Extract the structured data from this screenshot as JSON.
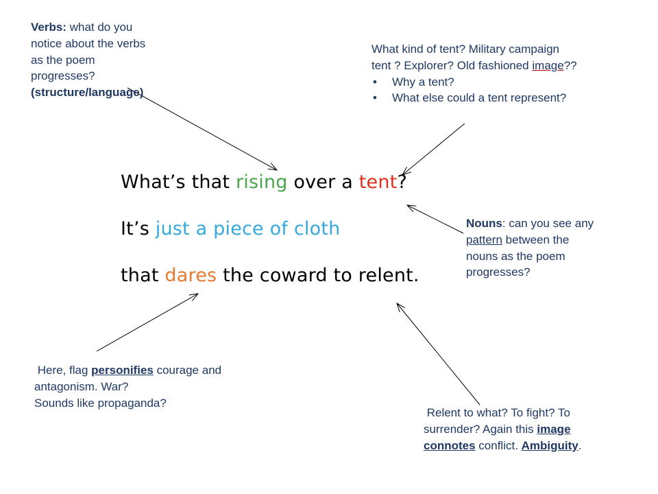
{
  "verbs_note": {
    "label": "Verbs:",
    "text_line1": " what do you",
    "text_line2": "notice about the verbs",
    "text_line3": "as the poem",
    "text_line4": "progresses?",
    "text_line5": "(structure/language)"
  },
  "tent_note": {
    "line1": "What kind of tent? Military campaign",
    "line2_a": "tent ? Explorer? Old fashioned ",
    "line2_link": "image",
    "line2_b": "??",
    "bullets": [
      "Why a tent?",
      "What else could a tent represent?"
    ]
  },
  "poem": {
    "line1": {
      "a": "What’s that ",
      "b": "rising",
      "c": " over a ",
      "d": "tent",
      "e": "?"
    },
    "line2": {
      "a": "It’s ",
      "b": "just a piece of cloth"
    },
    "line3": {
      "a": "that ",
      "b": "dares",
      "c": " the coward to relent."
    }
  },
  "nouns_note": {
    "label": "Nouns",
    "line1_rest": ": can you see any",
    "line2_link": "pattern",
    "line2_rest": " between the",
    "line3": "nouns as the poem",
    "line4": "progresses?"
  },
  "flag_note": {
    "line1_a": " Here, flag ",
    "line1_link": "personifies",
    "line1_b": " courage and",
    "line2": "antagonism. War?",
    "line3": "Sounds like propaganda?"
  },
  "relent_note": {
    "line1": " Relent to what? To fight? To",
    "line2_a": "surrender? Again this ",
    "line2_link": "image",
    "line3_link1": "connotes",
    "line3_mid": " conflict. ",
    "line3_link2": "Ambiguity",
    "line3_end": "."
  },
  "colors": {
    "note_text": "#1f3864",
    "rising": "#4aa64a",
    "tent": "#e0301e",
    "cloth": "#35a9e0",
    "dares": "#e57a32"
  }
}
